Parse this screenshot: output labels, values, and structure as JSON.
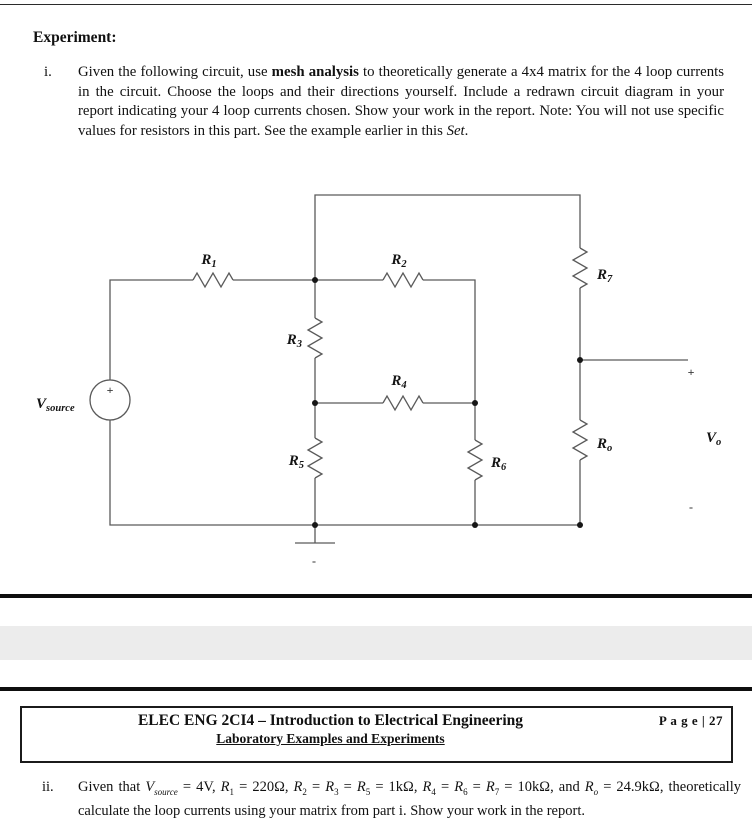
{
  "document": {
    "heading": "Experiment:",
    "item_i_number": "i.",
    "item_i_runs": [
      {
        "t": "Given the following circuit, use "
      },
      {
        "t": "mesh analysis",
        "b": true
      },
      {
        "t": " to theoretically generate a 4x4 matrix for the 4 loop currents in the circuit. Choose the loops and their directions yourself. Include a redrawn circuit diagram in your report indicating your 4 loop currents chosen. Show your work in the report. Note: You will not use specific values for resistors in this part. See the example earlier in this "
      },
      {
        "t": "Set",
        "i": true
      },
      {
        "t": "."
      }
    ],
    "item_ii_number": "ii.",
    "item_ii_runs": [
      {
        "t": "Given that "
      },
      {
        "t": "V",
        "i": true
      },
      {
        "t": "source",
        "sub": true,
        "i": true
      },
      {
        "t": " = 4V, "
      },
      {
        "t": "R",
        "i": true
      },
      {
        "t": "1",
        "sub": true
      },
      {
        "t": " = 220Ω, "
      },
      {
        "t": "R",
        "i": true
      },
      {
        "t": "2",
        "sub": true
      },
      {
        "t": " = "
      },
      {
        "t": "R",
        "i": true
      },
      {
        "t": "3",
        "sub": true
      },
      {
        "t": " = "
      },
      {
        "t": "R",
        "i": true
      },
      {
        "t": "5",
        "sub": true
      },
      {
        "t": " = 1kΩ, "
      },
      {
        "t": "R",
        "i": true
      },
      {
        "t": "4",
        "sub": true
      },
      {
        "t": " = "
      },
      {
        "t": "R",
        "i": true
      },
      {
        "t": "6",
        "sub": true
      },
      {
        "t": " = "
      },
      {
        "t": "R",
        "i": true
      },
      {
        "t": "7",
        "sub": true
      },
      {
        "t": " = 10kΩ, and "
      },
      {
        "t": "R",
        "i": true
      },
      {
        "t": "o",
        "sub": true,
        "i": true
      },
      {
        "t": " = 24.9kΩ, theoretically calculate the loop currents using your matrix from part i. Show your work in the report."
      }
    ]
  },
  "footer": {
    "course_title": "ELEC ENG 2CI4 – Introduction to Electrical Engineering",
    "page_label": "P a g e | 27",
    "subtitle": "Laboratory Examples and Experiments"
  },
  "circuit": {
    "labels": {
      "vsource": {
        "base": "V",
        "sub": "source"
      },
      "r1": {
        "base": "R",
        "sub": "1"
      },
      "r2": {
        "base": "R",
        "sub": "2"
      },
      "r3": {
        "base": "R",
        "sub": "3"
      },
      "r4": {
        "base": "R",
        "sub": "4"
      },
      "r5": {
        "base": "R",
        "sub": "5"
      },
      "r6": {
        "base": "R",
        "sub": "6"
      },
      "r7": {
        "base": "R",
        "sub": "7"
      },
      "ro": {
        "base": "R",
        "sub": "o"
      },
      "vo": {
        "base": "V",
        "sub": "o"
      }
    },
    "marks": {
      "source_plus": "+",
      "vo_plus": "+",
      "vo_minus": "-",
      "ground_minus": "-"
    }
  }
}
